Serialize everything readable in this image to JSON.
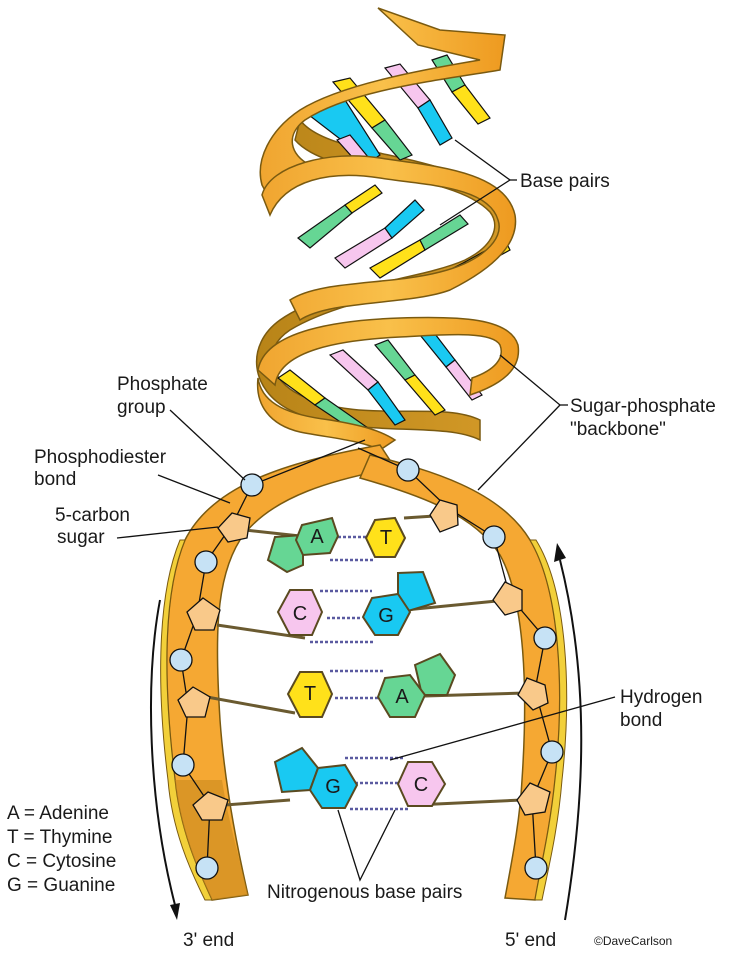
{
  "title": "DNA double helix structure",
  "colors": {
    "backbone_light": "#F5A833",
    "backbone_dark": "#C98A1E",
    "backbone_edge": "#7A5A10",
    "backbone_rim": "#F2D03A",
    "phosphate": "#C6E2F5",
    "sugar": "#F9C98A",
    "adenine": "#66D694",
    "thymine": "#FFE11A",
    "cytosine": "#F7C6EE",
    "guanine": "#19C9F2",
    "hydrogen_bond": "#5A5AA0"
  },
  "labels": {
    "base_pairs": "Base pairs",
    "phosphate_group": [
      "Phosphate",
      "group"
    ],
    "phosphodiester_bond": [
      "Phosphodiester",
      "bond"
    ],
    "carbon_sugar": [
      "5-carbon",
      "sugar"
    ],
    "sugar_phosphate_backbone": [
      "Sugar-phosphate",
      "\"backbone\""
    ],
    "hydrogen_bond": [
      "Hydrogen",
      "bond"
    ],
    "nitrogenous_base_pairs": "Nitrogenous base pairs",
    "three_prime_end": "3' end",
    "five_prime_end": "5' end",
    "copyright": "©DaveCarlson"
  },
  "legend": [
    "A = Adenine",
    "T = Thymine",
    "C = Cytosine",
    "G = Guanine"
  ],
  "base_pairs": [
    {
      "left": "A",
      "right": "T"
    },
    {
      "left": "C",
      "right": "G"
    },
    {
      "left": "T",
      "right": "A"
    },
    {
      "left": "G",
      "right": "C"
    }
  ]
}
